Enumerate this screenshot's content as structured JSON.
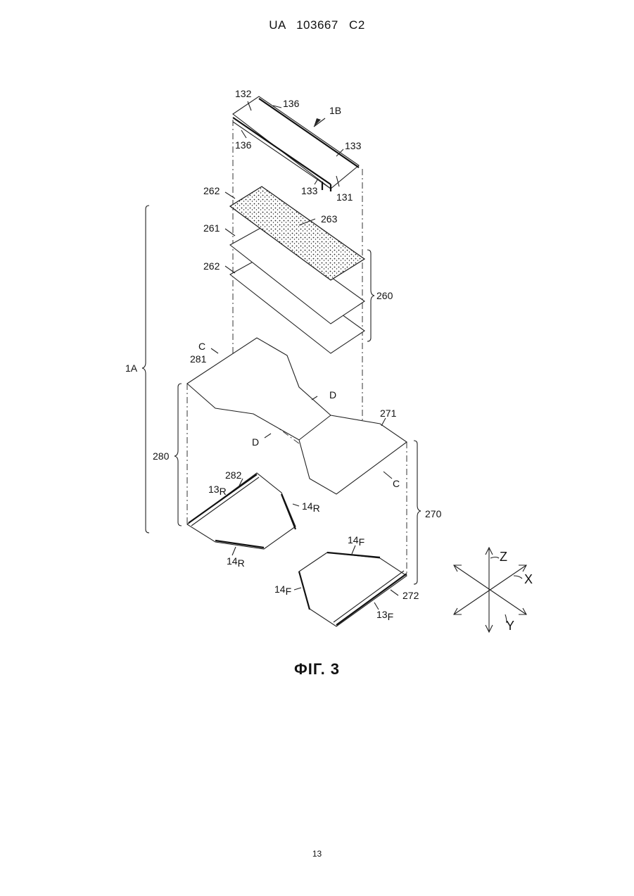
{
  "header": {
    "publication": "UA 103667 C2"
  },
  "caption": "ФІГ. 3",
  "page_number": "13",
  "labels": {
    "l132": "132",
    "l136a": "136",
    "l1B": "1B",
    "l136b": "136",
    "l133a": "133",
    "l133b": "133",
    "l131": "131",
    "l262a": "262",
    "l263": "263",
    "l261": "261",
    "l262b": "262",
    "l260": "260",
    "l1A": "1A",
    "lC1": "C",
    "l281": "281",
    "lD1": "D",
    "lD2": "D",
    "l271": "271",
    "l280": "280",
    "l282": "282",
    "l13R": "13",
    "l13R_sub": "R",
    "l14Ra": "14",
    "l14Ra_sub": "R",
    "l14Rb": "14",
    "l14Rb_sub": "R",
    "lC2": "C",
    "l270": "270",
    "l14Fa": "14",
    "l14Fa_sub": "F",
    "l14Fb": "14",
    "l14Fb_sub": "F",
    "l272": "272",
    "l13F": "13",
    "l13F_sub": "F",
    "axis_z": "Z",
    "axis_x": "X",
    "axis_y": "Y"
  }
}
